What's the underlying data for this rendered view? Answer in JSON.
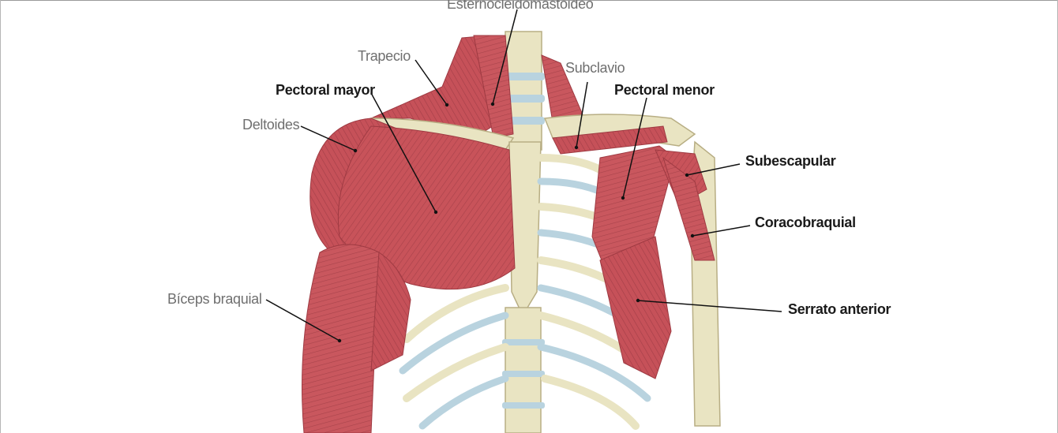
{
  "labels": {
    "esternocleidomastoideo": "Esternocleidomastoideo",
    "trapecio": "Trapecio",
    "subclavio": "Subclavio",
    "pectoral_mayor": "Pectoral mayor",
    "pectoral_menor": "Pectoral menor",
    "deltoides": "Deltoides",
    "subescapular": "Subescapular",
    "coracobraquial": "Coracobraquial",
    "biceps_braquial": "Bíceps braquial",
    "serrato_anterior": "Serrato anterior"
  },
  "colors": {
    "muscle": "#c8535a",
    "muscle_dark": "#9e3a42",
    "bone": "#e9e4c2",
    "bone_outline": "#b8ae84",
    "cartilage": "#b9d3df",
    "label_soft": "#6f6f6f",
    "label_strong": "#1a1a1a"
  }
}
